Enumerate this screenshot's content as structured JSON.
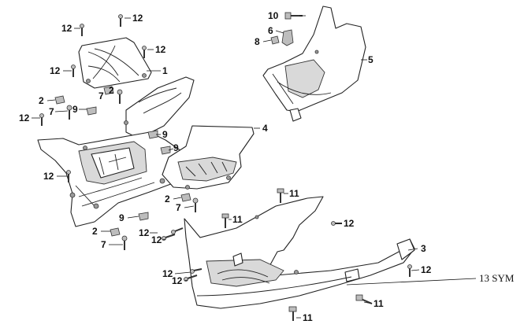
{
  "labels": {
    "c1": "12",
    "c2": "12",
    "c3": "12",
    "c4": "1",
    "c5": "12",
    "c6": "2",
    "c7": "7",
    "c8": "2",
    "c9": "7",
    "c10": "9",
    "c11": "12",
    "c12": "10",
    "c13": "6",
    "c14": "8",
    "c15": "5",
    "c16": "4",
    "c17": "9",
    "c18": "9",
    "c19": "12",
    "c20": "11",
    "c21": "2",
    "c22": "7",
    "c23": "11",
    "c24": "12",
    "c25": "9",
    "c26": "2",
    "c27": "12",
    "c28": "12",
    "c29": "7",
    "c30": "3",
    "c31": "12",
    "c32": "12",
    "c33": "12",
    "c34": "13 SYM",
    "c35": "11",
    "c36": "11"
  }
}
